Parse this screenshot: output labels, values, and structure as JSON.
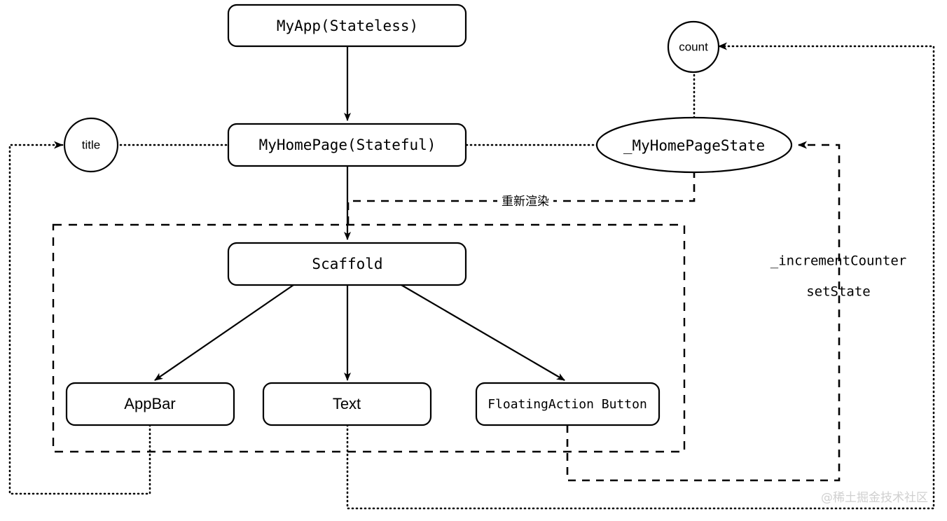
{
  "diagram": {
    "type": "flutter-widget-state-flow",
    "watermark": "@稀土掘金技术社区",
    "nodes": {
      "my_app": {
        "label": "MyApp(Stateless)",
        "shape": "rounded-rect",
        "font": "mono"
      },
      "my_home_page": {
        "label": "MyHomePage(Stateful)",
        "shape": "rounded-rect",
        "font": "mono"
      },
      "scaffold": {
        "label": "Scaffold",
        "shape": "rounded-rect",
        "font": "mono"
      },
      "app_bar": {
        "label": "AppBar",
        "shape": "rounded-rect",
        "font": "sans"
      },
      "text_widget": {
        "label": "Text",
        "shape": "rounded-rect",
        "font": "sans"
      },
      "fab": {
        "label": "FloatingAction Button",
        "shape": "rounded-rect",
        "font": "mono"
      },
      "title_prop": {
        "label": "title",
        "shape": "circle",
        "font": "sans"
      },
      "count_prop": {
        "label": "count",
        "shape": "circle",
        "font": "sans"
      },
      "state_obj": {
        "label": "_MyHomePageState",
        "shape": "ellipse",
        "font": "mono"
      }
    },
    "edge_labels": {
      "rerender": "重新渲染"
    },
    "side_notes": [
      {
        "label": "_incrementCounter"
      },
      {
        "label": "setState"
      }
    ],
    "containers": {
      "build_scope": {
        "label": "",
        "style": "dashed"
      }
    },
    "colors": {
      "stroke": "#000000",
      "fill": "#ffffff",
      "watermark": "#d0d0d0"
    }
  }
}
